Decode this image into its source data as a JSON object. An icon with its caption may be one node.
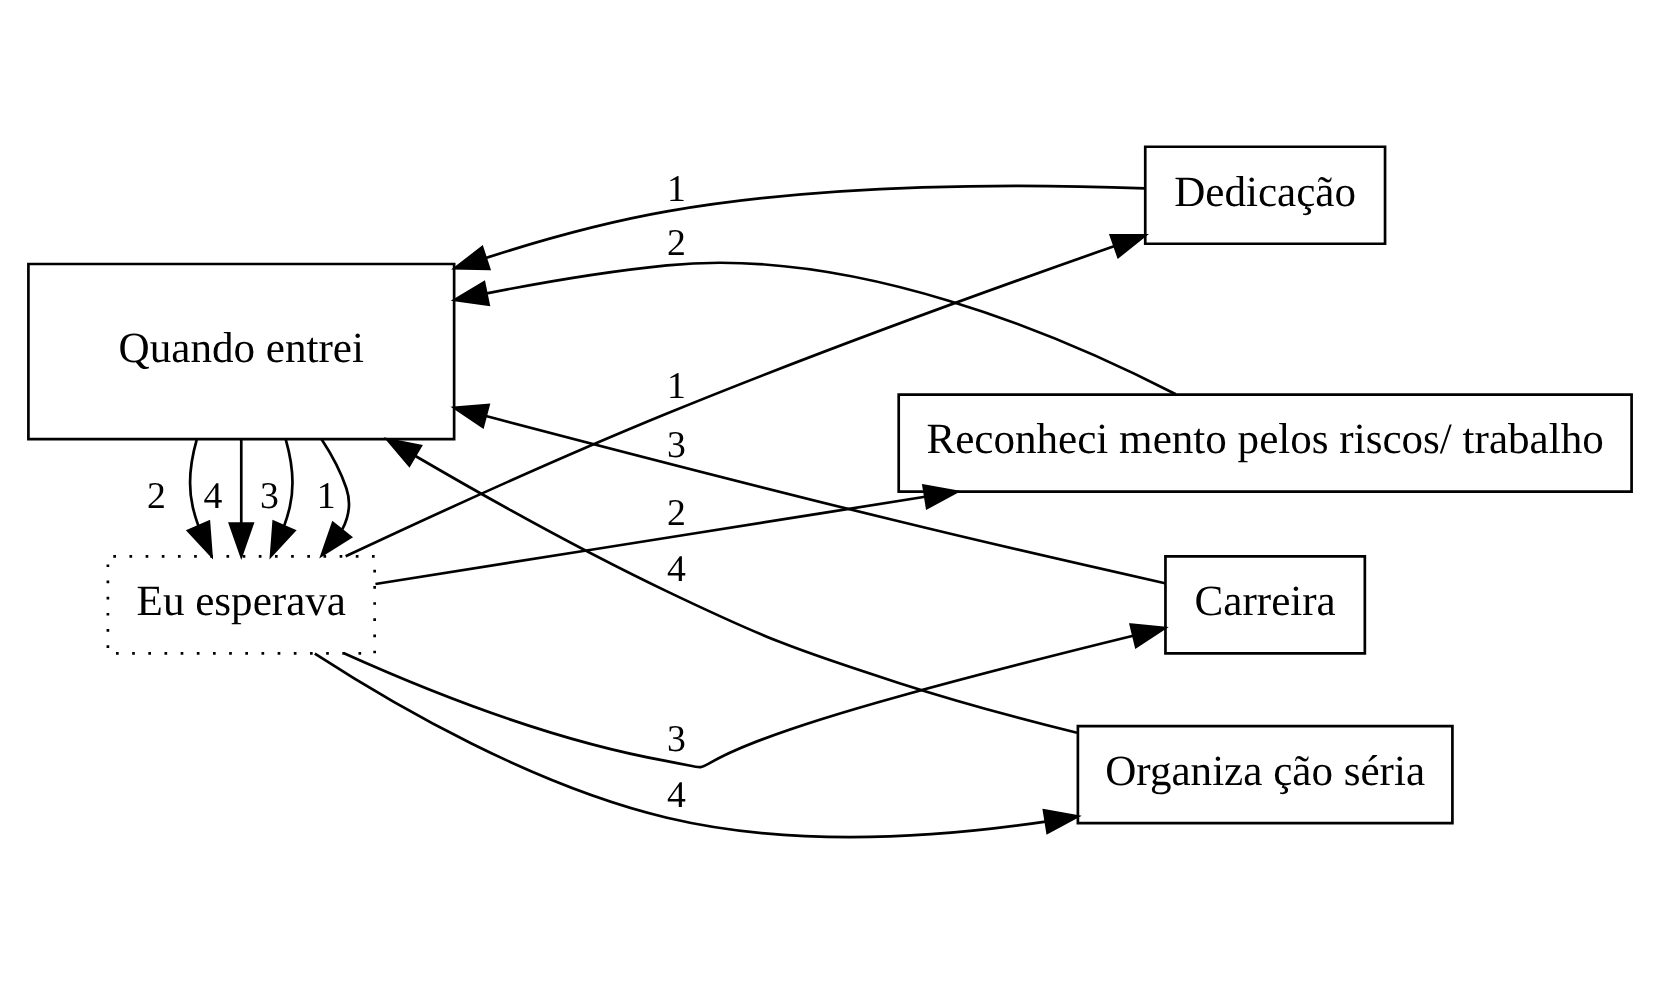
{
  "diagram": {
    "nodes": [
      {
        "text": [
          "Eu esperava"
        ]
      },
      {
        "text": [
          "Dedicação"
        ]
      },
      {
        "text": [
          "Reconheci mento pelos riscos/ trabalho"
        ]
      },
      {
        "text": [
          "Quando entrei"
        ]
      },
      {
        "text": [
          "Carreira"
        ]
      },
      {
        "text": [
          "Organiza ção séria"
        ]
      }
    ],
    "edges": [
      {
        "from": 0,
        "to": 1,
        "arrow": "to",
        "label": "1"
      },
      {
        "from": 0,
        "to": 2,
        "arrow": "to",
        "label": "2"
      },
      {
        "from": 0,
        "to": 4,
        "arrow": "to",
        "label": "3"
      },
      {
        "from": 0,
        "to": 5,
        "arrow": "to",
        "label": "4"
      },
      {
        "from": 1,
        "to": 3,
        "arrow": "to",
        "label": "1"
      },
      {
        "from": 2,
        "to": 3,
        "arrow": "to",
        "label": "2"
      },
      {
        "from": 4,
        "to": 3,
        "arrow": "to",
        "label": "3"
      },
      {
        "from": 5,
        "to": 3,
        "arrow": "to",
        "label": "4"
      },
      {
        "from": 3,
        "to": 0,
        "arrow": "to",
        "label": "4"
      },
      {
        "from": 3,
        "to": 0,
        "arrow": "to",
        "label": "3"
      },
      {
        "from": 3,
        "to": 0,
        "arrow": "to",
        "label": "2"
      },
      {
        "from": 3,
        "to": 0,
        "arrow": "to",
        "label": "1"
      }
    ]
  }
}
